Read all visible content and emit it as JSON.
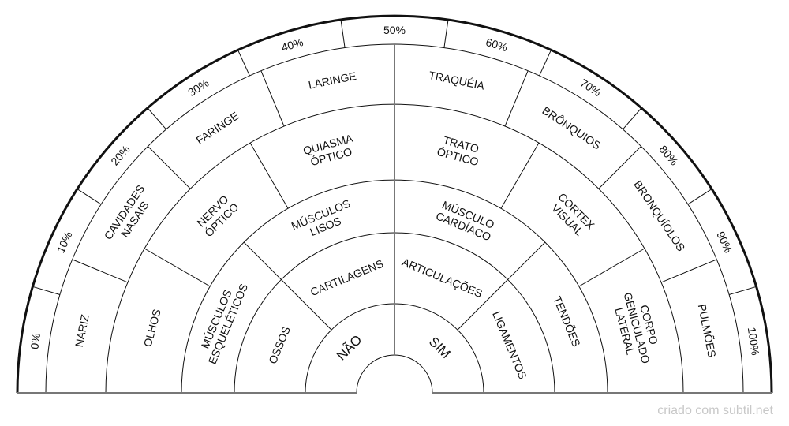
{
  "rings": [
    {
      "name": "answer",
      "labels": [
        [
          "NÃO"
        ],
        [
          "SIM"
        ]
      ]
    },
    {
      "name": "ring-1",
      "labels": [
        [
          "OSSOS"
        ],
        [
          "CARTILAGENS"
        ],
        [
          "ARTICULAÇÕES"
        ],
        [
          "LIGAMENTOS"
        ]
      ]
    },
    {
      "name": "ring-2",
      "labels": [
        [
          "MÚSCULOS",
          "ESQUELÉTICOS"
        ],
        [
          "MÚSCULOS",
          "LISOS"
        ],
        [
          "MÚSCULO",
          "CARDÍACO"
        ],
        [
          "TENDÕES"
        ]
      ]
    },
    {
      "name": "ring-3",
      "labels": [
        [
          "OLHOS"
        ],
        [
          "NERVO",
          "ÓPTICO"
        ],
        [
          "QUIASMA",
          "ÓPTICO"
        ],
        [
          "TRATO",
          "ÓPTICO"
        ],
        [
          "CORTEX",
          "VISUAL"
        ],
        [
          "CORPO",
          "GENICULADO",
          "LATERAL"
        ]
      ]
    },
    {
      "name": "ring-4",
      "labels": [
        [
          "NARIZ"
        ],
        [
          "CAVIDADES",
          "NASAIS"
        ],
        [
          "FARINGE"
        ],
        [
          "LARINGE"
        ],
        [
          "TRAQUÉIA"
        ],
        [
          "BRÔNQUIOS"
        ],
        [
          "BRONQUÍOLOS"
        ],
        [
          "PULMÕES"
        ]
      ]
    },
    {
      "name": "percent-scale",
      "labels": [
        [
          "0%"
        ],
        [
          "10%"
        ],
        [
          "20%"
        ],
        [
          "30%"
        ],
        [
          "40%"
        ],
        [
          "50%"
        ],
        [
          "60%"
        ],
        [
          "70%"
        ],
        [
          "80%"
        ],
        [
          "90%"
        ],
        [
          "100%"
        ]
      ]
    }
  ],
  "footer": "criado com subtil.net"
}
